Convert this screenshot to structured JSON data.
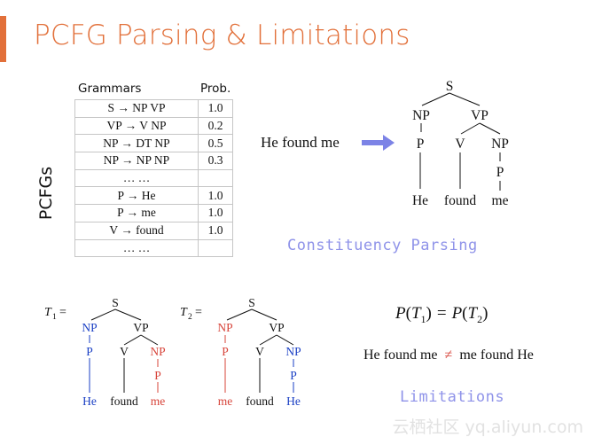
{
  "slide": {
    "title": "PCFG Parsing & Limitations",
    "side_label": "PCFGs",
    "accent_color": "#e2703a"
  },
  "grammar": {
    "col_rule": "Grammars",
    "col_prob": "Prob.",
    "rows": [
      {
        "rule": "S → NP VP",
        "prob": "1.0"
      },
      {
        "rule": "VP → V NP",
        "prob": "0.2"
      },
      {
        "rule": "NP → DT NP",
        "prob": "0.5"
      },
      {
        "rule": "NP → NP NP",
        "prob": "0.3"
      },
      {
        "rule": "… …",
        "prob": ""
      },
      {
        "rule": "P → He",
        "prob": "1.0"
      },
      {
        "rule": "P → me",
        "prob": "1.0"
      },
      {
        "rule": "V → found",
        "prob": "1.0"
      },
      {
        "rule": "… …",
        "prob": ""
      }
    ]
  },
  "parsing": {
    "sentence": "He found me",
    "arrow_color": "#7c83e6",
    "caption": "Constituency Parsing",
    "caption_color": "#8f93e9"
  },
  "trees": {
    "main": {
      "root": "S",
      "np": "NP",
      "vp": "VP",
      "p": "P",
      "v": "V",
      "np2": "NP",
      "p2": "P",
      "w1": "He",
      "w2": "found",
      "w3": "me"
    },
    "t1": {
      "label_var": "T",
      "label_sub": "1",
      "label_eq": "=",
      "root": "S",
      "np": "NP",
      "vp": "VP",
      "p": "P",
      "v": "V",
      "np2": "NP",
      "p2": "P",
      "w1": "He",
      "w2": "found",
      "w3": "me",
      "left_color": "#1a3fc4",
      "right_color": "#d7443a"
    },
    "t2": {
      "label_var": "T",
      "label_sub": "2",
      "label_eq": "=",
      "root": "S",
      "np": "NP",
      "vp": "VP",
      "p": "P",
      "v": "V",
      "np2": "NP",
      "p2": "P",
      "w1": "me",
      "w2": "found",
      "w3": "He",
      "left_color": "#d7443a",
      "right_color": "#1a3fc4"
    }
  },
  "limitations": {
    "equation": {
      "p1": "P",
      "t1": "T",
      "s1": "1",
      "eq": "=",
      "p2": "P",
      "t2": "T",
      "s2": "2"
    },
    "ineq_left": "He found me",
    "ineq_sym": "≠",
    "ineq_right": "me found He",
    "caption": "Limitations",
    "caption_color": "#8f93e9"
  },
  "watermark": "云栖社区 yq.aliyun.com"
}
